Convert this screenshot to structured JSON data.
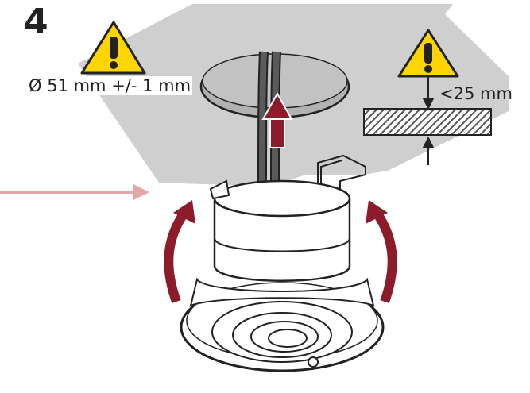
{
  "step_number": "4",
  "diameter_label": "Ø 51 mm +/- 1 mm",
  "max_thickness_label": "<25 mm",
  "colors": {
    "ceiling": "#cfcfcf",
    "hole": "#b8b8b8",
    "arrow_red": "#8c1c2a",
    "pointer_arrow": "#e3a7a7",
    "warning_yellow": "#ffd500",
    "outline": "#222222"
  },
  "icons": {
    "warning_main": "warning-triangle",
    "warning_thickness": "warning-triangle",
    "rotate": "curved-arrow",
    "push": "up-arrow"
  }
}
